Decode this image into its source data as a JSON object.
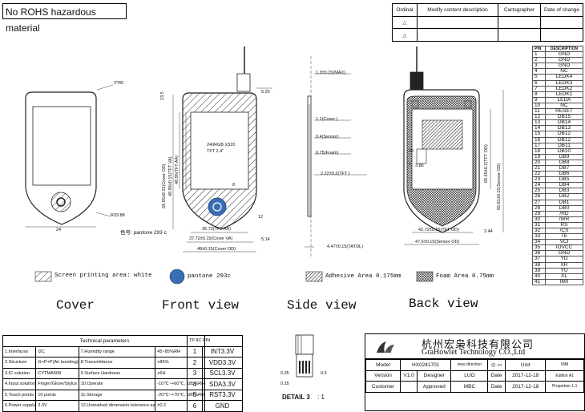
{
  "rohs_text": "No ROHS hazardous material",
  "revision_table": {
    "headers": [
      "Ordinal",
      "Modify content description",
      "Cartographer",
      "Date of change"
    ]
  },
  "pin_table": {
    "headers": [
      "PIN",
      "DESCRIPTION"
    ],
    "rows": [
      [
        "1",
        "GND"
      ],
      [
        "2",
        "GND"
      ],
      [
        "3",
        "GND"
      ],
      [
        "4",
        "NC"
      ],
      [
        "5",
        "LEDK4"
      ],
      [
        "6",
        "LEDK3"
      ],
      [
        "7",
        "LEDK2"
      ],
      [
        "8",
        "LEDK1"
      ],
      [
        "9",
        "LEDA"
      ],
      [
        "10",
        "NC"
      ],
      [
        "11",
        "RESET"
      ],
      [
        "12",
        "DB15"
      ],
      [
        "13",
        "DB14"
      ],
      [
        "14",
        "DB13"
      ],
      [
        "15",
        "DB12"
      ],
      [
        "16",
        "DB12"
      ],
      [
        "17",
        "DB11"
      ],
      [
        "18",
        "DB10"
      ],
      [
        "19",
        "DB9"
      ],
      [
        "20",
        "DB8"
      ],
      [
        "21",
        "DB7"
      ],
      [
        "22",
        "DB6"
      ],
      [
        "23",
        "DB5"
      ],
      [
        "24",
        "DB4"
      ],
      [
        "25",
        "DB3"
      ],
      [
        "26",
        "DB2"
      ],
      [
        "27",
        "DB1"
      ],
      [
        "28",
        "DB0"
      ],
      [
        "29",
        "/RD"
      ],
      [
        "30",
        "/WR"
      ],
      [
        "31",
        "RS"
      ],
      [
        "32",
        "/CS"
      ],
      [
        "33",
        "TE"
      ],
      [
        "34",
        "VCI"
      ],
      [
        "35",
        "IOVCC"
      ],
      [
        "36",
        "GND"
      ],
      [
        "37",
        "YD"
      ],
      [
        "38",
        "XR"
      ],
      [
        "39",
        "YU"
      ],
      [
        "40",
        "XL"
      ],
      [
        "41",
        "IM0"
      ]
    ]
  },
  "dims": {
    "r5": "2*R5",
    "r33": "R33.88",
    "w24": "24",
    "d525": "5.25",
    "d135": "13.5",
    "front_h1": "59.65±0.15(Cover OD)",
    "front_h2": "49.96±0.15(TFT VA)",
    "front_h3": "48.96(TFT AA)",
    "panel_text1": "240RGB X320",
    "panel_text2": "TFT 2.4\"",
    "d8": "8",
    "pantone_arrow": "色号: pantone 293 c",
    "front_w1": "36.72(TFT AA)",
    "front_w2": "37.72±0.15(Cover VA)",
    "front_w3": "48±0.15(Cover OD)",
    "d514": "5.14",
    "d12": "12",
    "side_max": "1.3±0.15(MAX)",
    "side_cover": "1.1(Cover )",
    "side_sensor": "0.4(Sensor)",
    "side_foam": "0.75(Foam)",
    "side_tft": "2.22±0.2(TFT )",
    "side_total": "4.47±0.15(TATOL)",
    "back_h1": "60.55±0.2(TFT OD)",
    "back_h2": "65.61±0.15(Sensor OD)",
    "back_w1": "42.72±0.15(TFT OD)",
    "back_w2": "47.6±0.15(Sensor OD)",
    "back_40": "40",
    "back_1": "1",
    "back_244": "2.44",
    "back_386": "3.86"
  },
  "legend": {
    "screen": "Screen printing area: white",
    "pantone": "pantone 293c",
    "adhesive": "Adhesive Area 0.175mm",
    "foam": "Foam Area 0.75mm"
  },
  "views": {
    "cover": "Cover",
    "front": "Front view",
    "side": "Side view",
    "back": "Back view"
  },
  "tech_table": {
    "title": "Technical parameters",
    "rows": [
      [
        "1.Interfaces",
        "I2C",
        "7.Humidity range",
        "45~85%RH"
      ],
      [
        "2.Structure",
        "G+P+P(Air bonding)",
        "8.Transmittance",
        "≥85%"
      ],
      [
        "3.IC solution",
        "CYTMA568",
        "9.Surface Hardness",
        "≥6H"
      ],
      [
        "4.Input solution",
        "Finger/Glove/Stylus",
        "10.Operate",
        "-10℃~+60℃, ≤85%RH"
      ],
      [
        "5.Touch points",
        "10 points",
        "11.Storage",
        "-20℃~+70℃, ≤85%RH"
      ],
      [
        "6.Power supply",
        "3.3V",
        "12.Unmarked dimension tolerance as",
        "±0.2"
      ]
    ]
  },
  "fpc_table": {
    "title": "TP IIC PIN",
    "rows": [
      [
        "1",
        "INT3.3V"
      ],
      [
        "2",
        "VDD3.3V"
      ],
      [
        "3",
        "SCL3.3V"
      ],
      [
        "4",
        "SDA3.3V"
      ],
      [
        "5",
        "RST3.3V"
      ],
      [
        "6",
        "GND"
      ]
    ]
  },
  "detail": {
    "label": "DETAIL 3",
    "scale": ": 1",
    "d035": "0.35",
    "d015": "0.15",
    "d05": "0.5"
  },
  "title_block": {
    "company_cn": "杭州宏枭科技有限公司",
    "company_en": "GraHowlet Technology CO.,Ltd",
    "model_label": "Model",
    "model_value": "HX0241701",
    "view_direction": "view direction",
    "unit_label": "Unit",
    "unit_value": "MM",
    "version_label": "Version",
    "version_value": "V1.0",
    "designer_label": "Designer",
    "designer_value": "LUO",
    "date_label": "Date",
    "date_value": "2017-12-18",
    "edition_label": "Edition",
    "edition_value": "A1",
    "customer_label": "Customer",
    "approved_label": "Approved",
    "approved_value": "MBC",
    "date2_value": "2017-12-18",
    "proportion_label": "Proportion",
    "proportion_value": "1:1"
  },
  "colors": {
    "pantone_blue": "#3a6db4",
    "hatch": "#333333"
  }
}
